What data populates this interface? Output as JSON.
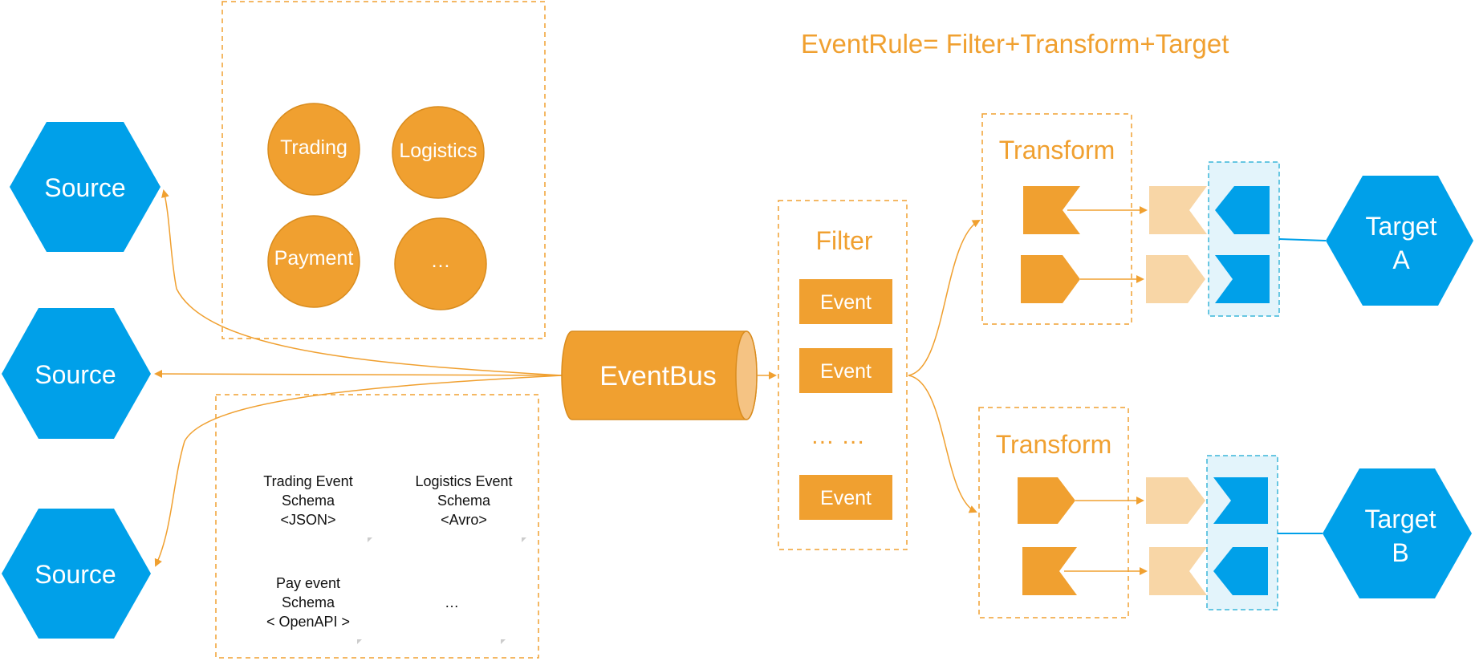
{
  "title": "EventRule= Filter+Transform+Target",
  "sources": [
    {
      "label": "Source"
    },
    {
      "label": "Source"
    },
    {
      "label": "Source"
    }
  ],
  "event_sources": {
    "circles": [
      "Trading",
      "Logistics",
      "Payment",
      "…"
    ]
  },
  "schemas": {
    "items": [
      {
        "lines": [
          "Trading Event",
          "Schema",
          "<JSON>"
        ]
      },
      {
        "lines": [
          "Logistics Event",
          "Schema",
          "<Avro>"
        ]
      },
      {
        "lines": [
          "Pay event",
          "Schema",
          "< OpenAPI >"
        ]
      },
      {
        "lines": [
          "…"
        ]
      }
    ]
  },
  "eventbus": {
    "label": "EventBus"
  },
  "filter": {
    "label": "Filter",
    "events": [
      "Event",
      "Event",
      "Event"
    ],
    "ellipsis": "… …"
  },
  "transforms": [
    {
      "label": "Transform"
    },
    {
      "label": "Transform"
    }
  ],
  "targets": [
    {
      "lines": [
        "Target",
        "A"
      ]
    },
    {
      "lines": [
        "Target",
        "B"
      ]
    }
  ],
  "colors": {
    "orange": "#f0a030",
    "orange_light": "#f8d6a6",
    "blue": "#00a0e9",
    "blue_frame_bg": "#e3f4fb",
    "blue_frame_border": "#3bb6d9"
  }
}
